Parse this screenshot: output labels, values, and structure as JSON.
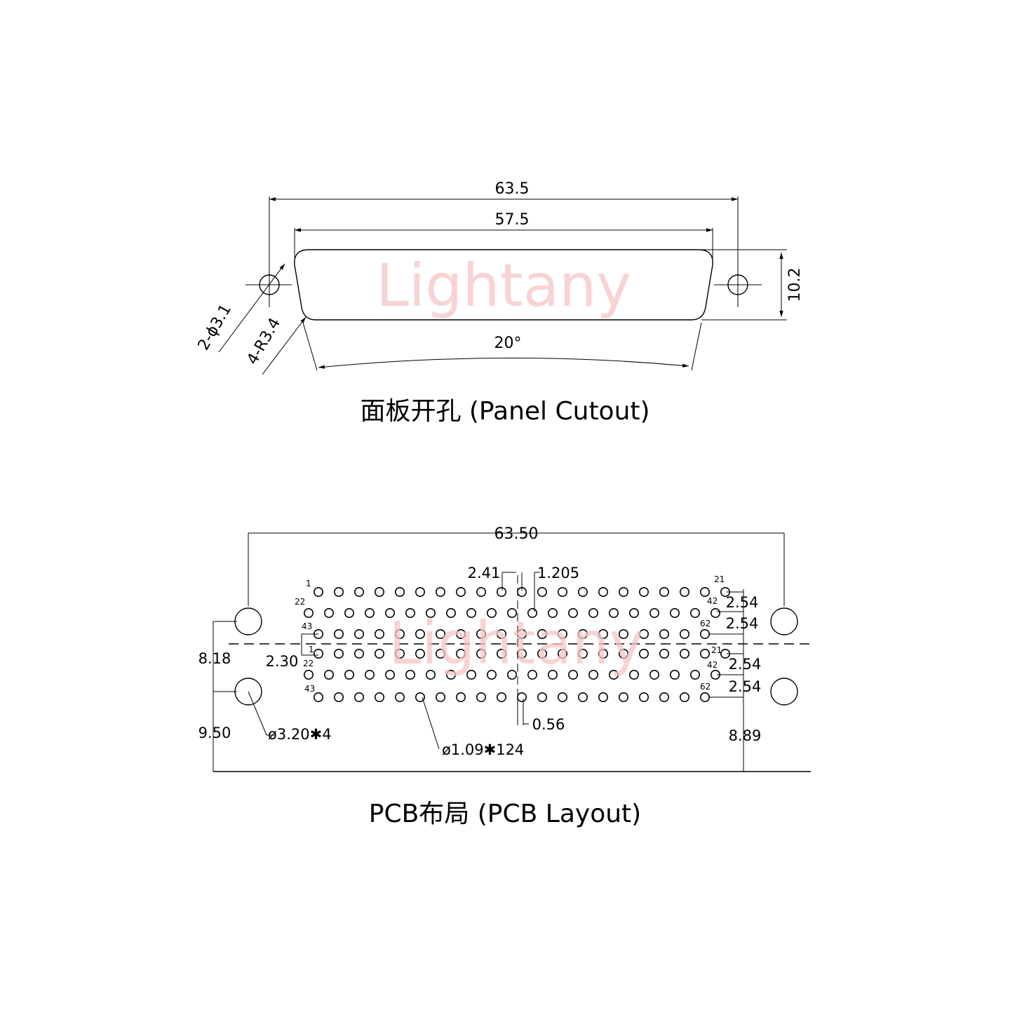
{
  "watermark": "Lightany",
  "panel": {
    "caption": "面板开孔 (Panel Cutout)",
    "dim_overall": "63.5",
    "dim_body": "57.5",
    "dim_height": "10.2",
    "dim_angle": "20°",
    "dim_holes": "2-ϕ3.1",
    "dim_radius": "4-R3.4"
  },
  "pcb": {
    "caption": "PCB布局 (PCB Layout)",
    "dim_overall": "63.50",
    "dim_pitch_a": "2.41",
    "dim_pitch_b": "1.205",
    "dim_offset": "0.56",
    "dim_row_offset": "2.30",
    "dim_left_top": "8.18",
    "dim_left_bottom": "9.50",
    "dim_right": "8.89",
    "dim_row_pitch": [
      "2.54",
      "2.54",
      "2.54",
      "2.54"
    ],
    "dim_mount_holes": "ø3.20✱4",
    "dim_pin_holes": "ø1.09✱124",
    "pin_labels": {
      "top": [
        "1",
        "22",
        "43",
        "21",
        "42",
        "62"
      ],
      "bottom": [
        "1",
        "22",
        "43",
        "21",
        "42",
        "62"
      ]
    },
    "pin_count_per_row": [
      21,
      21,
      20
    ]
  }
}
